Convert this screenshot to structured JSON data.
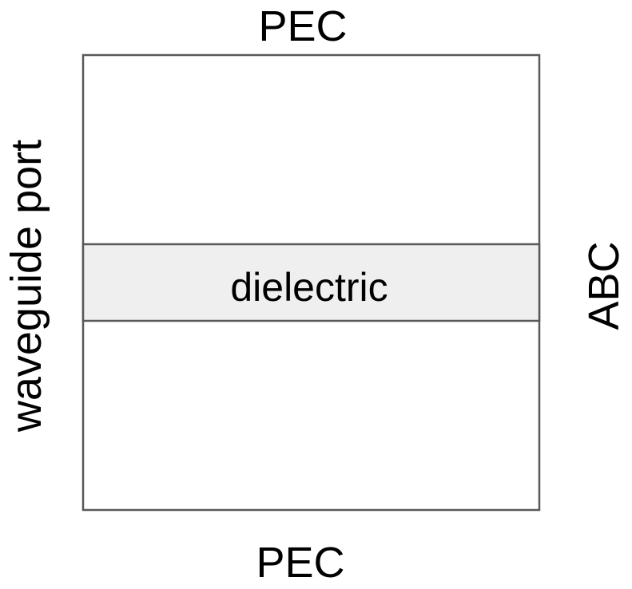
{
  "diagram": {
    "top_boundary_label": "PEC",
    "bottom_boundary_label": "PEC",
    "left_boundary_label": "waveguide port",
    "right_boundary_label": "ABC",
    "layer_label": "dielectric"
  },
  "colors": {
    "outline": "#595959",
    "dielectric_fill": "#efefef",
    "background": "#ffffff",
    "text": "#000000"
  }
}
